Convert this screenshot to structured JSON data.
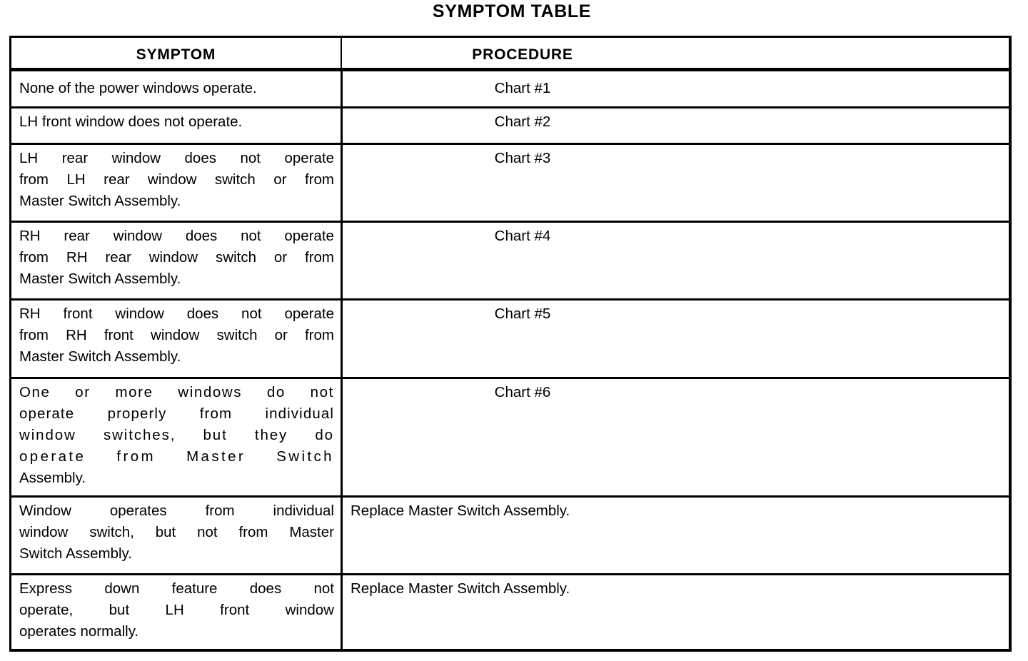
{
  "document": {
    "title": "SYMPTOM TABLE"
  },
  "table": {
    "columns": [
      {
        "key": "symptom",
        "label": "SYMPTOM"
      },
      {
        "key": "procedure",
        "label": "PROCEDURE"
      }
    ],
    "rows": [
      {
        "symptom": "None of the power windows operate.",
        "symptom_lines": [
          "None of the power windows operate."
        ],
        "procedure": "Chart #1",
        "procedure_align": "center"
      },
      {
        "symptom": "LH front window does not operate.",
        "symptom_lines": [
          "LH front window does not operate."
        ],
        "procedure": "Chart #2",
        "procedure_align": "center"
      },
      {
        "symptom": "LH rear window does not operate from LH rear window switch or from Master Switch Assembly.",
        "symptom_lines": [
          "LH rear window does not operate",
          "from LH rear window switch or from",
          "Master Switch Assembly."
        ],
        "procedure": "Chart #3",
        "procedure_align": "center"
      },
      {
        "symptom": "RH rear window does not operate from RH rear window switch or from Master Switch Assembly.",
        "symptom_lines": [
          "RH rear window does not operate",
          "from RH rear window switch or from",
          "Master Switch Assembly."
        ],
        "procedure": "Chart #4",
        "procedure_align": "center"
      },
      {
        "symptom": "RH front window does not operate from RH front window switch or from Master Switch Assembly.",
        "symptom_lines": [
          "RH front window does not operate",
          "from RH front window switch or from",
          "Master Switch Assembly."
        ],
        "procedure": "Chart #5",
        "procedure_align": "center"
      },
      {
        "symptom": "One or more windows do not operate properly from individual window switches, but they do operate from Master Switch Assembly.",
        "symptom_lines": [
          "One or more windows do not",
          "operate properly from individual",
          "window switches, but they do",
          "operate from Master Switch",
          "Assembly."
        ],
        "procedure": "Chart #6",
        "procedure_align": "center"
      },
      {
        "symptom": "Window operates from individual window switch, but not from Master Switch Assembly.",
        "symptom_lines": [
          "Window operates from individual",
          "window switch, but not from Master",
          "Switch Assembly."
        ],
        "procedure": "Replace Master Switch Assembly.",
        "procedure_align": "left"
      },
      {
        "symptom": "Express down feature does not operate, but LH front window operates normally.",
        "symptom_lines": [
          "Express down feature does not",
          "operate, but LH front window",
          "operates normally."
        ],
        "procedure": "Replace Master Switch Assembly.",
        "procedure_align": "left"
      }
    ]
  },
  "colors": {
    "ink": "#000000",
    "paper": "#ffffff"
  }
}
